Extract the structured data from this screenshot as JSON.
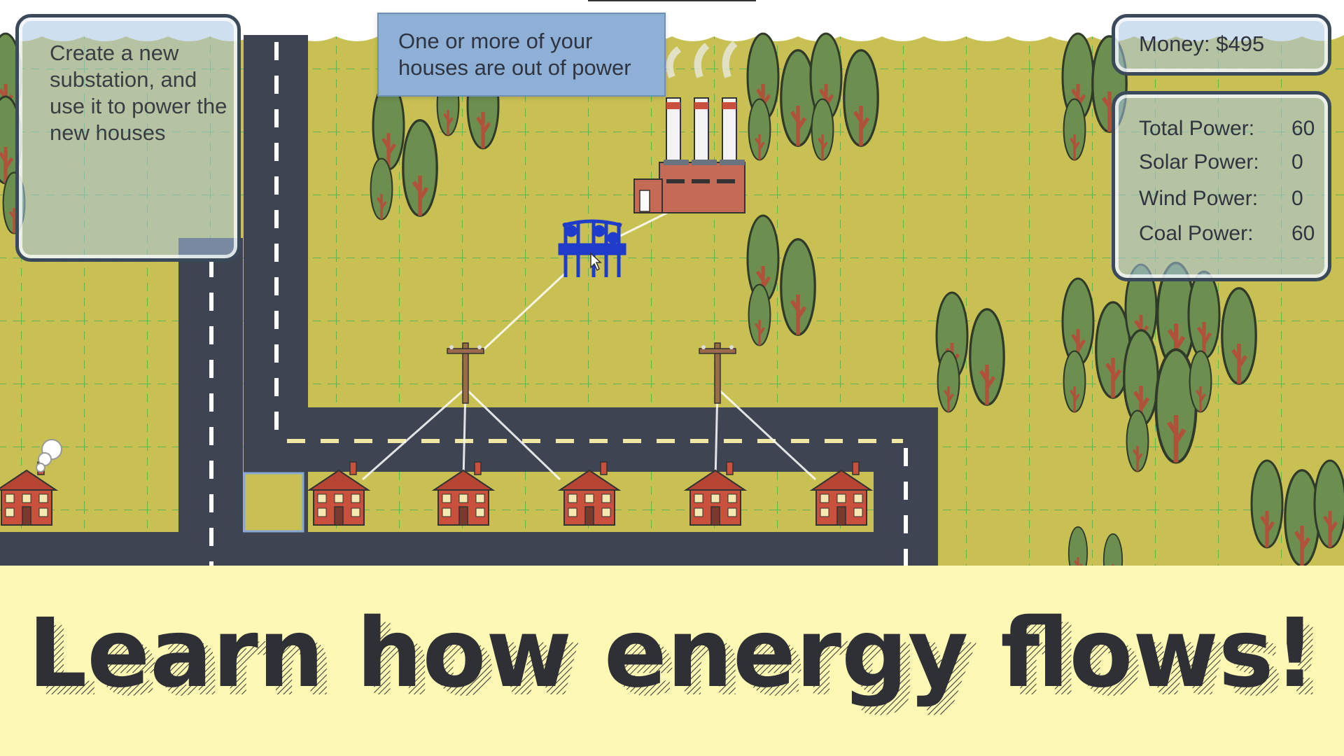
{
  "hint_panel": {
    "text": "Create a new substation, and use it to power the new houses"
  },
  "alert_box": {
    "text": "One or more of your houses are out of power"
  },
  "money_panel": {
    "text": "Money: $495"
  },
  "stats_panel": {
    "rows": [
      {
        "label": "Total Power:",
        "value": "60"
      },
      {
        "label": "Solar Power:",
        "value": "0"
      },
      {
        "label": "Wind Power:",
        "value": "0"
      },
      {
        "label": "Coal Power:",
        "value": "60"
      }
    ]
  },
  "banner": {
    "tagline": "Learn how energy flows!"
  },
  "map": {
    "icons": [
      "coal-power-plant-icon",
      "substation-icon",
      "power-pole-icon",
      "house-icon",
      "tree-icon",
      "road"
    ],
    "colors": {
      "grass": "#c9c054",
      "grid": "#4fae57",
      "road": "#3f4452",
      "house": "#c8503d",
      "tree": "#6c8e4f",
      "substation": "#1e3bc9",
      "banner": "#fdf8b4"
    }
  }
}
